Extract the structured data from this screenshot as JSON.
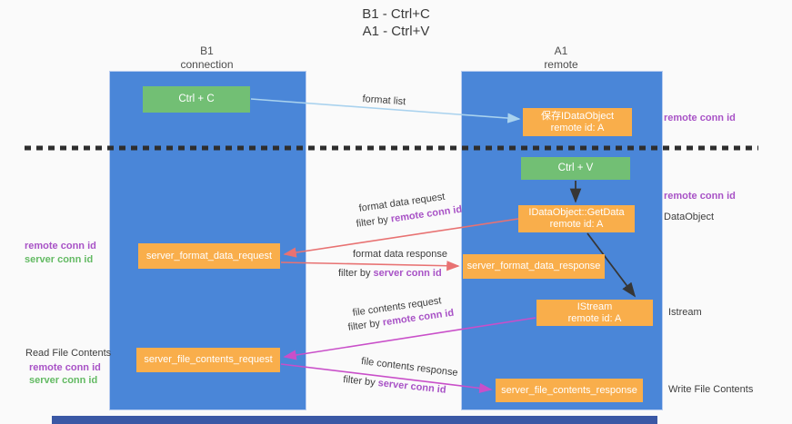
{
  "title": {
    "line1": "B1 - Ctrl+C",
    "line2": "A1 - Ctrl+V"
  },
  "lanes": {
    "left": {
      "name": "B1",
      "subtitle": "connection"
    },
    "right": {
      "name": "A1",
      "subtitle": "remote"
    }
  },
  "boxes": {
    "ctrl_c": {
      "label": "Ctrl + C"
    },
    "save_dataobject": {
      "line1": "保存IDataObject",
      "line2": "remote id: A"
    },
    "ctrl_v": {
      "label": "Ctrl + V"
    },
    "getdata": {
      "line1": "IDataObject::GetData",
      "line2": "remote id: A"
    },
    "istream": {
      "line1": "IStream",
      "line2": "remote id: A"
    },
    "server_format_data_request": {
      "label": "server_format_data_request"
    },
    "server_format_data_response": {
      "label": "server_format_data_response"
    },
    "server_file_contents_request": {
      "label": "server_file_contents_request"
    },
    "server_file_contents_response": {
      "label": "server_file_contents_response"
    }
  },
  "flow_labels": {
    "format_list": "format list",
    "format_data_request": "format data request",
    "format_data_response": "format data response",
    "file_contents_request": "file contents request",
    "file_contents_response": "file contents response",
    "filter_by": "filter by ",
    "remote_conn_id": "remote conn id",
    "server_conn_id": "server conn id"
  },
  "side_labels": {
    "remote_conn_id_right_top": "remote conn id",
    "remote_conn_id_right_mid": "remote conn id",
    "dataobject": "DataObject",
    "istream": "Istream",
    "write_file_contents": "Write File Contents",
    "remote_conn_id_left": "remote conn id",
    "server_conn_id_left": "server conn id",
    "read_file_contents": "Read File Contents",
    "remote_conn_id_left_bottom": "remote conn id",
    "server_conn_id_left_bottom": "server conn id"
  },
  "colors": {
    "lane_blue": "#4a86d8",
    "box_green": "#72bf74",
    "box_orange": "#f9ae4b",
    "arrow_light_blue": "#a9d2ee",
    "arrow_red": "#e87272",
    "arrow_magenta": "#c94fc9",
    "arrow_black": "#363636",
    "text_purple": "#a852c6",
    "text_green": "#63ba63",
    "bottom_bar_blue": "#3a58a5"
  }
}
